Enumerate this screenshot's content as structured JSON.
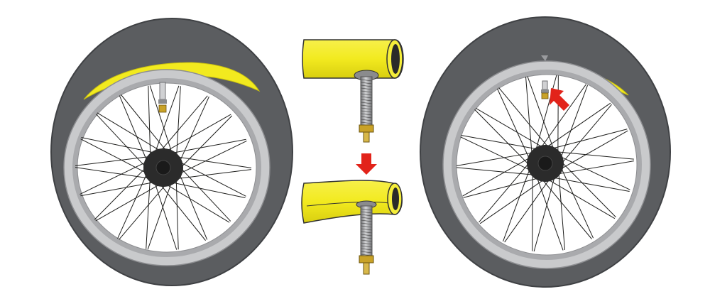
{
  "diagram": {
    "panels": [
      {
        "id": "left-wheel",
        "subject": "wheel-with-inner-tube-partially-visible"
      },
      {
        "id": "valve-step",
        "subject": "tube-valve-before-and-after-inflation"
      },
      {
        "id": "right-wheel",
        "subject": "wheel-with-valve-seated"
      }
    ],
    "colors": {
      "tire": "#5b5d60",
      "tire_edge": "#3f4144",
      "inner_tube": "#f2ea1f",
      "rim": "#c9cacc",
      "rim_inner": "#a9aaad",
      "spokes": "#1d1d1b",
      "hub": "#2b2b2b",
      "valve_metal": "#8a8b8d",
      "valve_brass": "#c9a227",
      "arrow": "#e2231a",
      "background": "#ffffff"
    },
    "icons": [
      "down-arrow-icon",
      "pointer-arrow-icon"
    ]
  }
}
